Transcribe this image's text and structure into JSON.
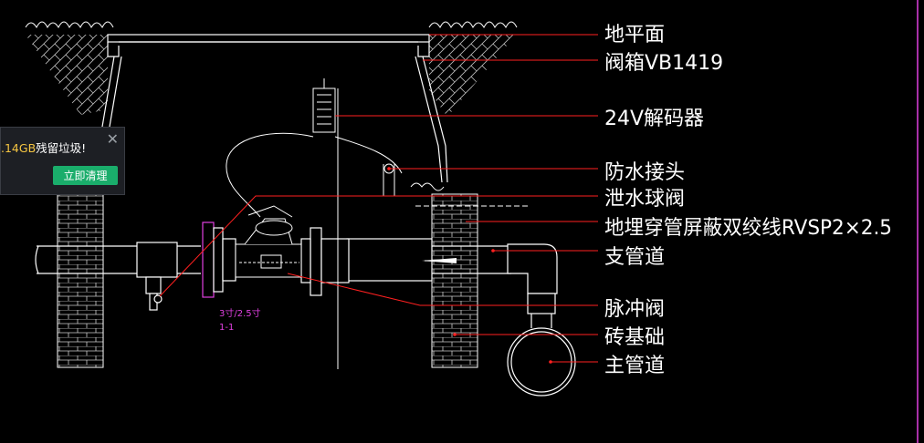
{
  "drawing": {
    "callouts": [
      "地平面",
      "阀箱VB1419",
      "24V解码器",
      "防水接头",
      "泄水球阀",
      "地埋穿管屏蔽双绞线RVSP2×2.5",
      "支管道",
      "脉冲阀",
      "砖基础",
      "主管道"
    ],
    "size_note": "3寸/2.5寸",
    "section_mark": "1-1",
    "colors": {
      "background": "#000000",
      "linework": "#ffffff",
      "leader": "#ff2020",
      "dimension": "#e040e0"
    }
  },
  "popup": {
    "size_text": ".14GB",
    "message": "残留垃圾!",
    "close_icon": "close-icon",
    "action_label": "立即清理",
    "accent": "#1aad6b"
  }
}
